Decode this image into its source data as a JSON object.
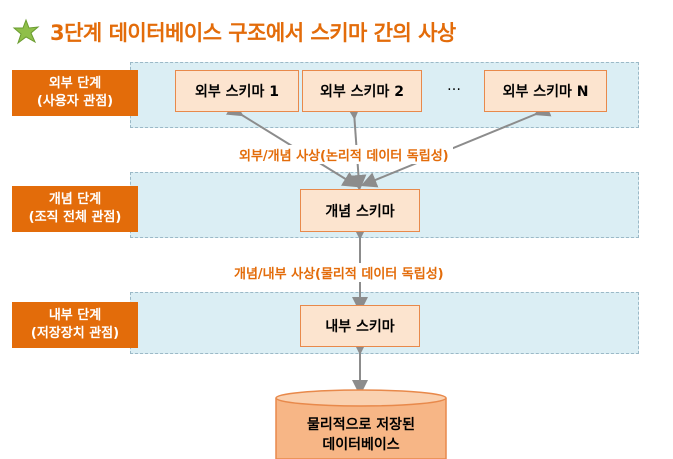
{
  "title": "3단계 데이터베이스 구조에서 스키마 간의 사상",
  "levels": {
    "external": {
      "name": "외부 단계",
      "sub": "(사용자 관점)"
    },
    "conceptual": {
      "name": "개념 단계",
      "sub": "(조직 전체 관점)"
    },
    "internal": {
      "name": "내부 단계",
      "sub": "(저장장치 관점)"
    }
  },
  "external_schemas": [
    "외부 스키마 1",
    "외부 스키마 2",
    "외부 스키마 N"
  ],
  "ellipsis": "…",
  "conceptual_schema": "개념 스키마",
  "internal_schema": "내부 스키마",
  "mappings": {
    "external_conceptual": "외부/개념 사상(논리적 데이터 독립성)",
    "conceptual_internal": "개념/내부 사상(물리적 데이터 독립성)"
  },
  "database": {
    "line1": "물리적으로 저장된",
    "line2": "데이터베이스"
  },
  "colors": {
    "accent": "#e36c0a",
    "band": "#dbeef4",
    "box_fill": "#fce4cf",
    "db_fill": "#f7b686"
  }
}
